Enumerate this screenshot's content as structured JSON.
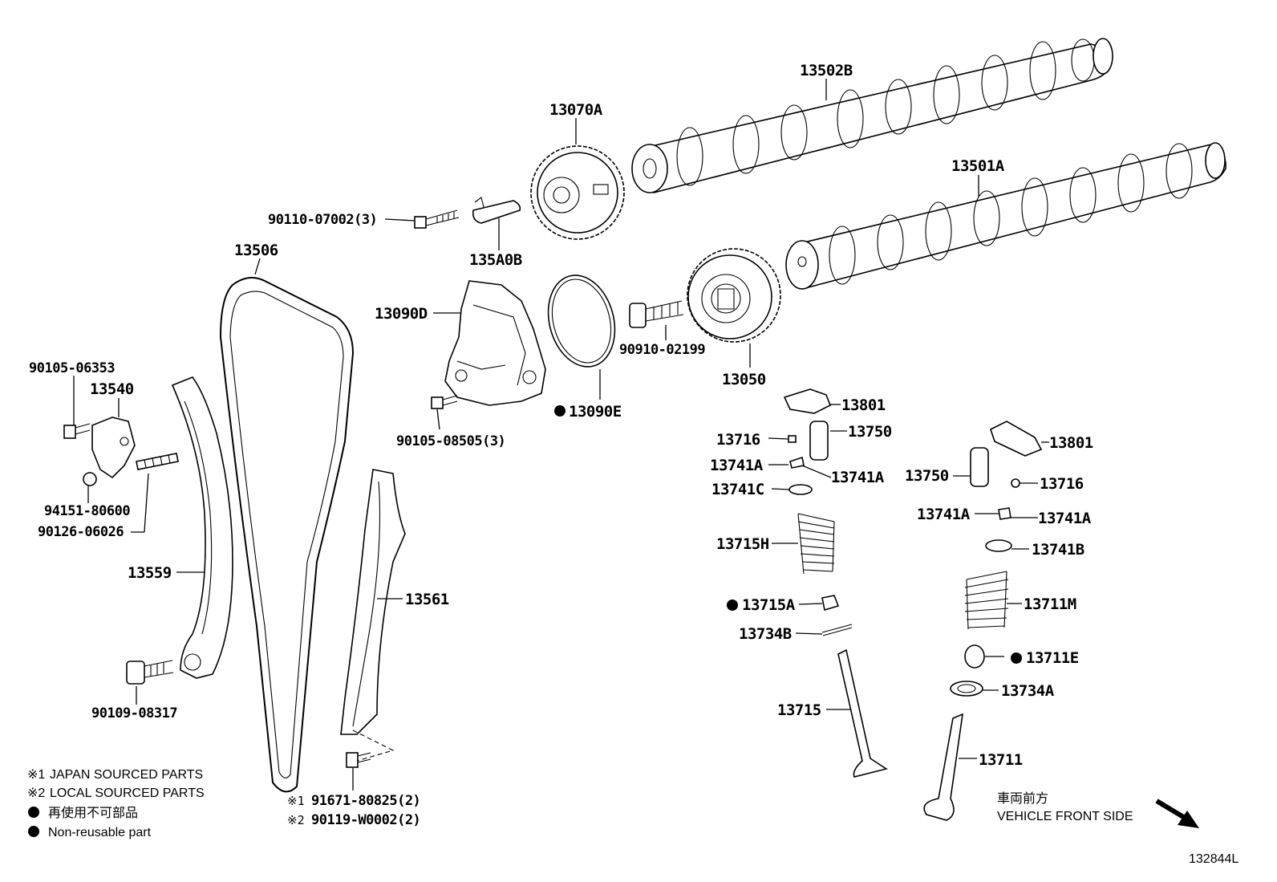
{
  "parts": {
    "p13502B": "13502B",
    "p13070A": "13070A",
    "p13501A": "13501A",
    "p9011007002": "90110-07002(3)",
    "p135A0B": "135A0B",
    "p13506": "13506",
    "p13090D": "13090D",
    "p9091002199": "90910-02199",
    "p13050": "13050",
    "p9010506353": "90105-06353",
    "p13540": "13540",
    "p9010508505": "90105-08505(3)",
    "p13090E": "13090E",
    "p13801a": "13801",
    "p13716a": "13716",
    "p13750a": "13750",
    "p13741Aa": "13741A",
    "p13741Ab": "13741A",
    "p13741C": "13741C",
    "p13801b": "13801",
    "p13750b": "13750",
    "p13716b": "13716",
    "p13741Ac": "13741A",
    "p13741Ad": "13741A",
    "p13741B": "13741B",
    "p9415180600": "94151-80600",
    "p9012606026": "90126-06026",
    "p13715H": "13715H",
    "p13559": "13559",
    "p13561": "13561",
    "p13715A": "13715A",
    "p13711M": "13711M",
    "p13734B": "13734B",
    "p13711E": "13711E",
    "p13734A": "13734A",
    "p9010908317": "90109-08317",
    "p13715": "13715",
    "p13711": "13711",
    "p9167180825": "91671-80825(2)",
    "p90119W0002": "90119-W0002(2)"
  },
  "legend": {
    "mark1": "※1",
    "mark2": "※2",
    "japan": "JAPAN SOURCED PARTS",
    "local": "LOCAL SOURCED PARTS",
    "nonreusable_jp": "再使用不可部品",
    "nonreusable_en": "Non-reusable part"
  },
  "direction": {
    "jp": "車両前方",
    "en": "VEHICLE FRONT SIDE"
  },
  "figure_id": "132844L"
}
